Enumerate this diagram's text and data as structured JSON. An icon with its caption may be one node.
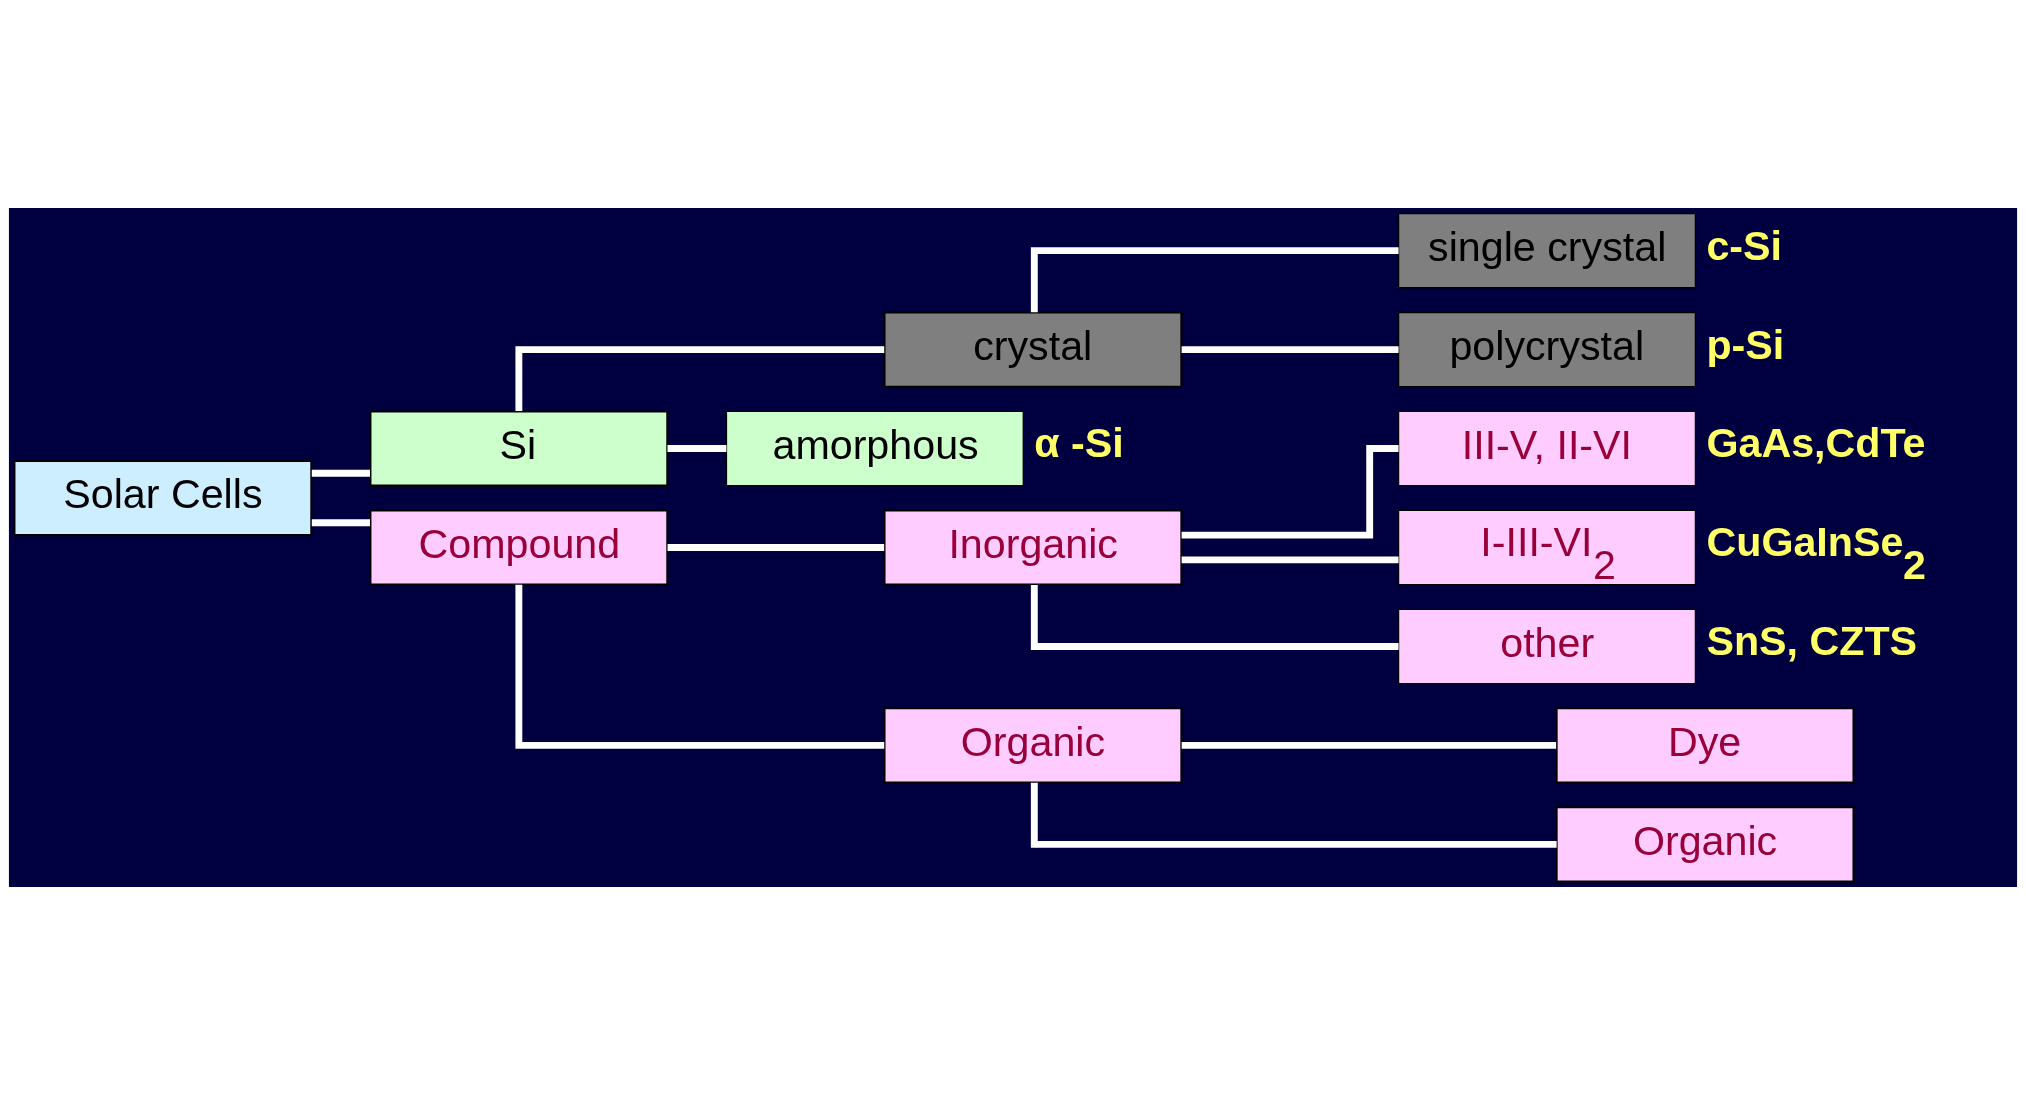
{
  "diagram": {
    "nodes": [
      {
        "text": [
          "Solar Cells"
        ]
      },
      {
        "text": [
          "Si"
        ]
      },
      {
        "text": [
          "Compound"
        ]
      },
      {
        "text": [
          "crystal"
        ]
      },
      {
        "text": [
          "amorphous"
        ],
        "beside": [
          "α -Si"
        ]
      },
      {
        "text": [
          "Inorganic"
        ]
      },
      {
        "text": [
          "Organic"
        ]
      },
      {
        "text": [
          "single crystal"
        ],
        "beside": [
          "c-Si"
        ]
      },
      {
        "text": [
          "polycrystal"
        ],
        "beside": [
          "p-Si"
        ]
      },
      {
        "text": [
          "III-V, II-VI"
        ],
        "beside": [
          "GaAs,CdTe"
        ]
      },
      {
        "text": [
          "I-III-VI$_{2}$"
        ],
        "beside": [
          "CuGaInSe$_{2}$"
        ]
      },
      {
        "text": [
          "other"
        ],
        "beside": [
          "SnS, CZTS"
        ]
      },
      {
        "text": [
          "Dye"
        ]
      },
      {
        "text": [
          "Organic"
        ]
      }
    ],
    "edges": [
      {
        "from": 0,
        "to": 1,
        "arrow": "none"
      },
      {
        "from": 0,
        "to": 2,
        "arrow": "none"
      },
      {
        "from": 1,
        "to": 3,
        "arrow": "none"
      },
      {
        "from": 1,
        "to": 4,
        "arrow": "none"
      },
      {
        "from": 2,
        "to": 5,
        "arrow": "none"
      },
      {
        "from": 2,
        "to": 6,
        "arrow": "none"
      },
      {
        "from": 3,
        "to": 7,
        "arrow": "none"
      },
      {
        "from": 3,
        "to": 8,
        "arrow": "none"
      },
      {
        "from": 5,
        "to": 9,
        "arrow": "none"
      },
      {
        "from": 5,
        "to": 10,
        "arrow": "none"
      },
      {
        "from": 5,
        "to": 11,
        "arrow": "none"
      },
      {
        "from": 6,
        "to": 12,
        "arrow": "none"
      },
      {
        "from": 6,
        "to": 13,
        "arrow": "none"
      }
    ]
  }
}
